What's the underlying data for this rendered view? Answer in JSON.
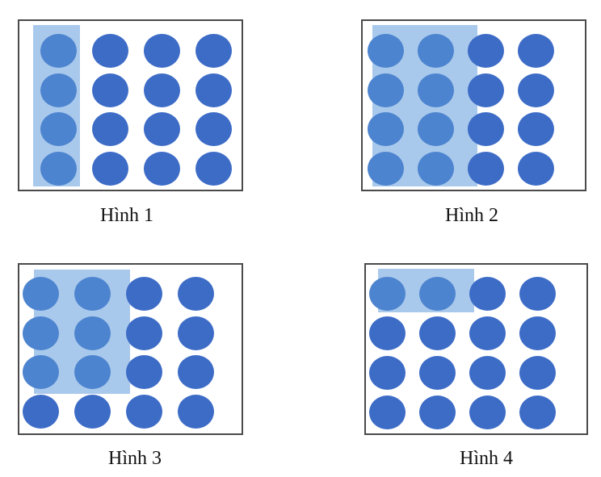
{
  "colors": {
    "dot": "#3d6cc7",
    "dot_in_highlight": "#4d84cf",
    "highlight": "#a9c9ec",
    "border": "#4a4a4a"
  },
  "figures": [
    {
      "caption": "Hình 1",
      "rows": 4,
      "cols": 4,
      "highlight_rows": 4,
      "highlight_cols": 1
    },
    {
      "caption": "Hình 2",
      "rows": 4,
      "cols": 4,
      "highlight_rows": 4,
      "highlight_cols": 2
    },
    {
      "caption": "Hình 3",
      "rows": 4,
      "cols": 4,
      "highlight_rows": 3,
      "highlight_cols": 2
    },
    {
      "caption": "Hình 4",
      "rows": 4,
      "cols": 4,
      "highlight_rows": 1,
      "highlight_cols": 2
    }
  ]
}
